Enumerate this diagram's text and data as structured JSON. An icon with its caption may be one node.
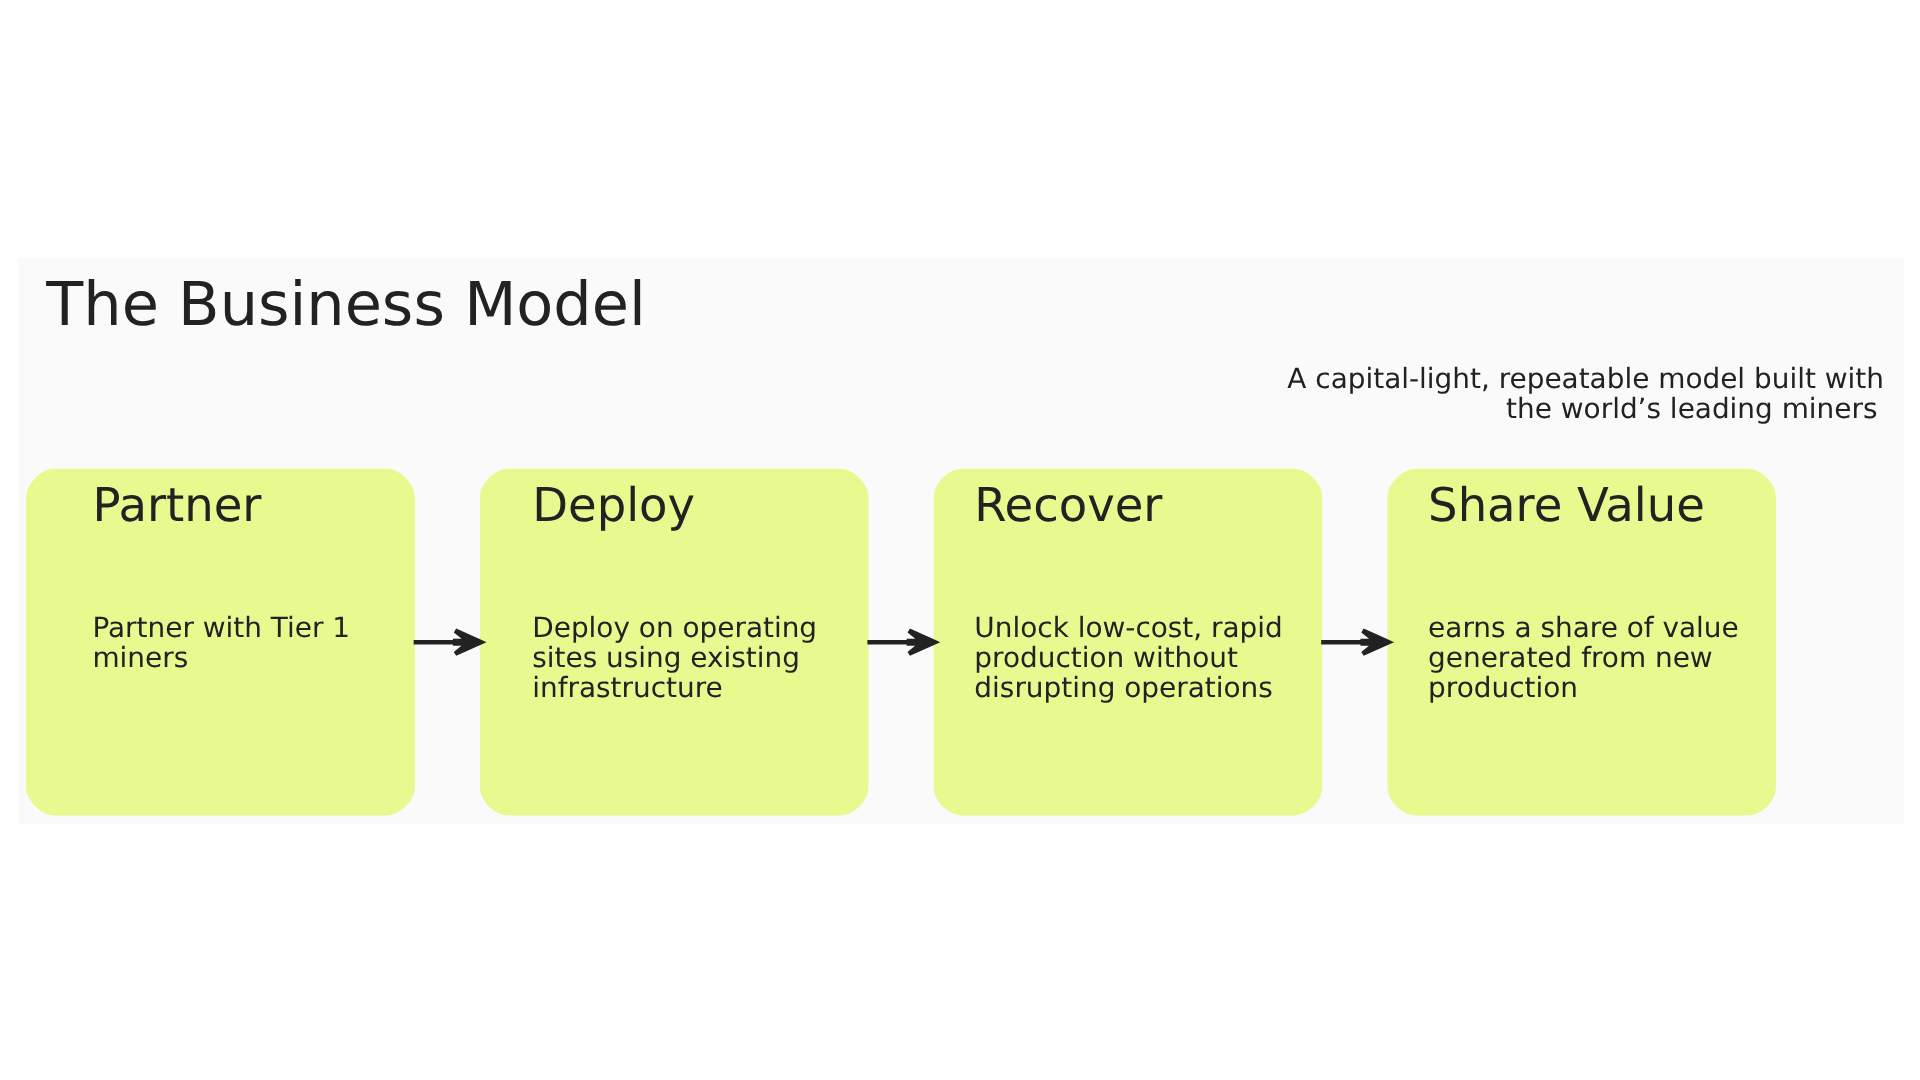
{
  "diagram": {
    "title": "The Business Model",
    "nodes": [
      {
        "text": [
          "Partner",
          "Partner with Tier 1 miners"
        ]
      },
      {
        "text": [
          "Deploy",
          "Deploy on operating sites using existing infrastructure"
        ]
      },
      {
        "text": [
          "Recover",
          "Unlock low-cost, rapid production without disrupting operations"
        ]
      },
      {
        "text": [
          "Share Value",
          "earns a share of value generated from new production"
        ]
      }
    ],
    "edges": [
      {
        "from": 0,
        "to": 1,
        "arrow": "to"
      },
      {
        "from": 1,
        "to": 2,
        "arrow": "to"
      },
      {
        "from": 2,
        "to": 3,
        "arrow": "to"
      }
    ],
    "labels": [
      "A capital-light, repeatable model built with the world’s leading miners"
    ]
  }
}
